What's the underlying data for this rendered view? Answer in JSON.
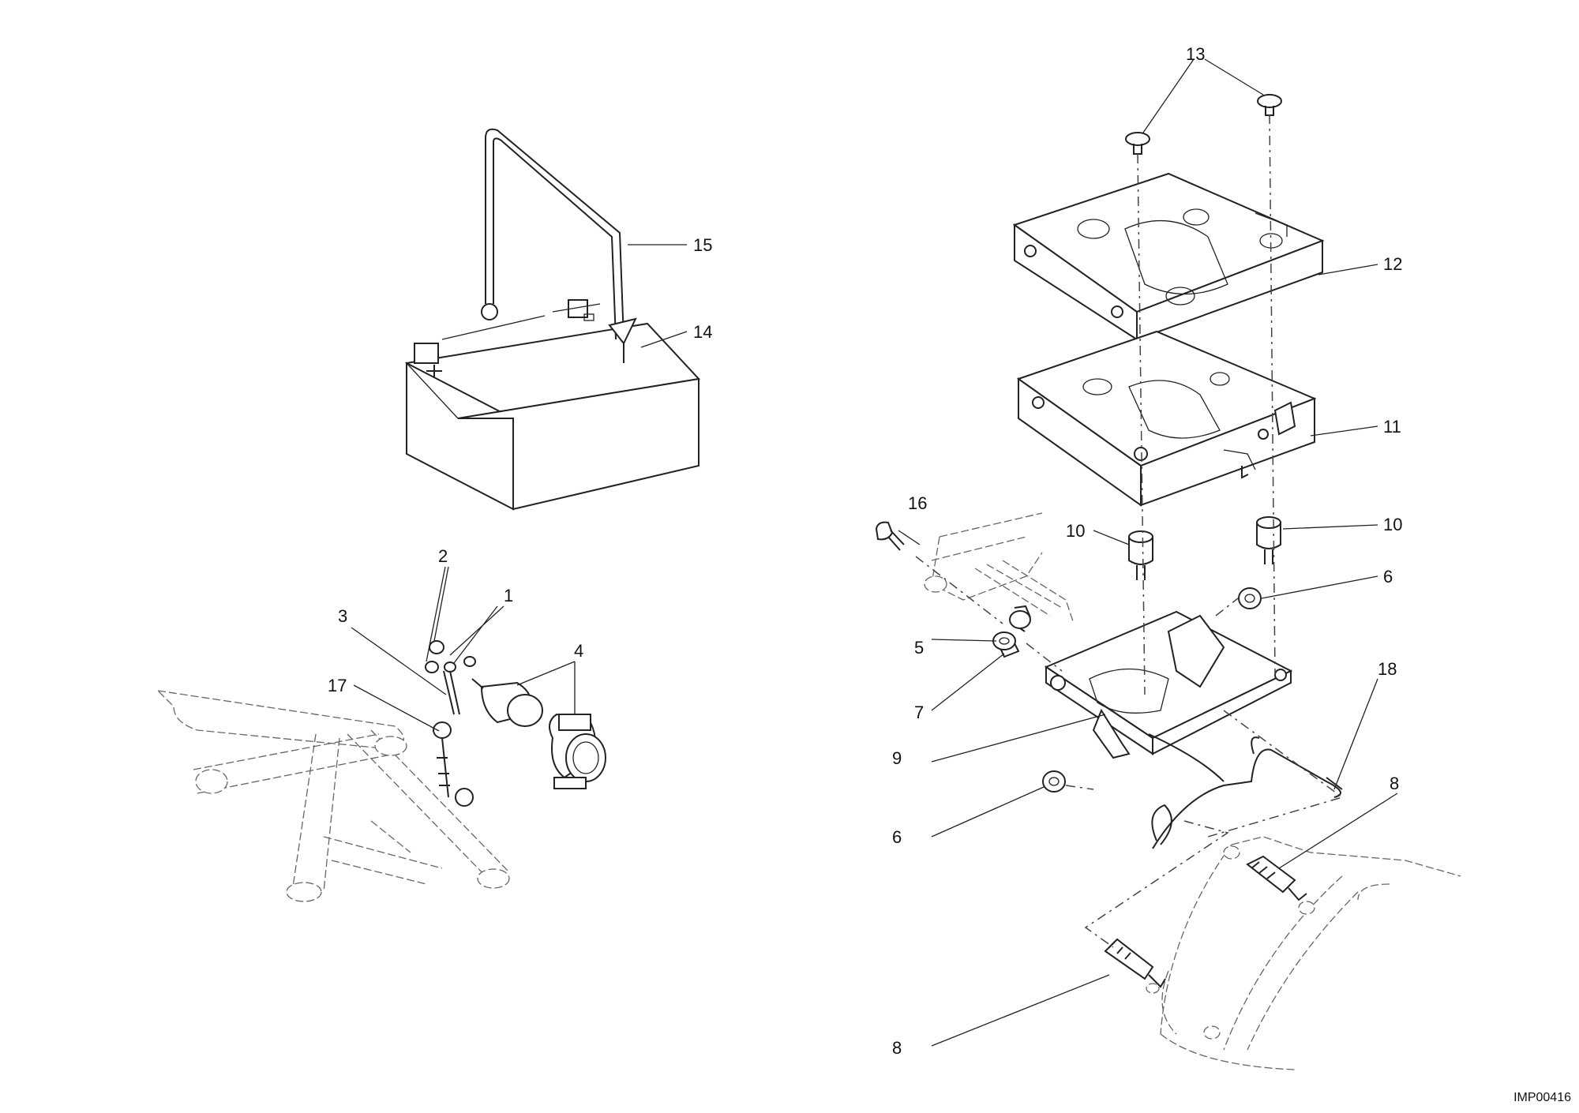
{
  "diagram": {
    "drawing_code": "IMP00416",
    "parts": [
      {
        "id": "p1",
        "number": "1"
      },
      {
        "id": "p2",
        "number": "2"
      },
      {
        "id": "p3",
        "number": "3"
      },
      {
        "id": "p4",
        "number": "4"
      },
      {
        "id": "p5",
        "number": "5"
      },
      {
        "id": "p6a",
        "number": "6"
      },
      {
        "id": "p6b",
        "number": "6"
      },
      {
        "id": "p7",
        "number": "7"
      },
      {
        "id": "p8a",
        "number": "8"
      },
      {
        "id": "p8b",
        "number": "8"
      },
      {
        "id": "p9",
        "number": "9"
      },
      {
        "id": "p10a",
        "number": "10"
      },
      {
        "id": "p10b",
        "number": "10"
      },
      {
        "id": "p11",
        "number": "11"
      },
      {
        "id": "p12",
        "number": "12"
      },
      {
        "id": "p13",
        "number": "13"
      },
      {
        "id": "p14",
        "number": "14"
      },
      {
        "id": "p15",
        "number": "15"
      },
      {
        "id": "p16",
        "number": "16"
      },
      {
        "id": "p17",
        "number": "17"
      },
      {
        "id": "p18",
        "number": "18"
      }
    ]
  }
}
